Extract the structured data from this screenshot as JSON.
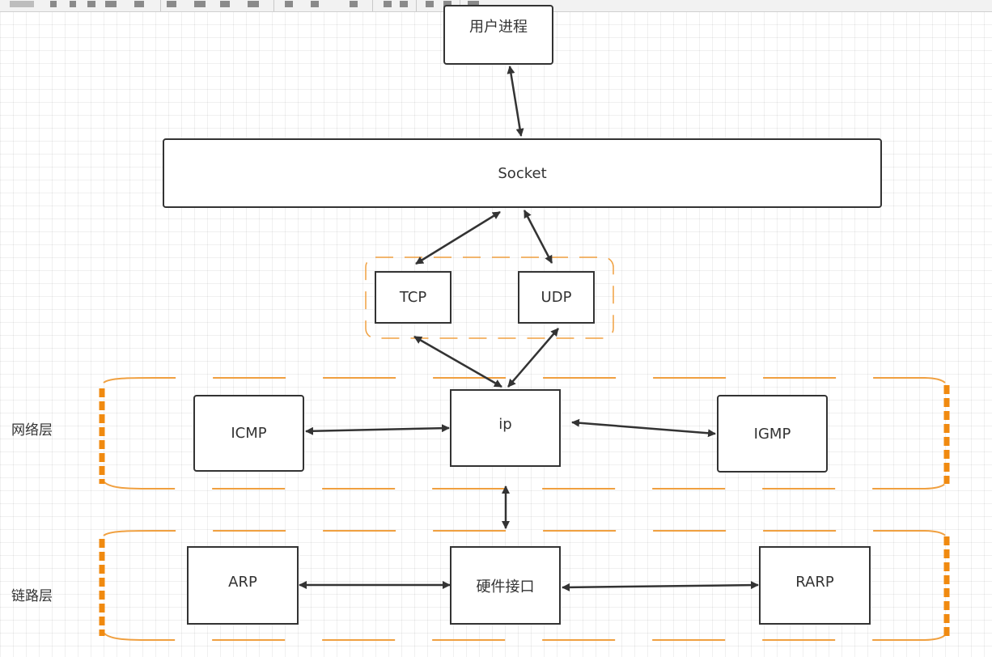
{
  "nodes": {
    "user_process": "用户进程",
    "socket": "Socket",
    "tcp": "TCP",
    "udp": "UDP",
    "ip": "ip",
    "icmp": "ICMP",
    "igmp": "IGMP",
    "arp": "ARP",
    "hw": "硬件接口",
    "rarp": "RARP"
  },
  "layers": {
    "network": "网络层",
    "link": "链路层"
  },
  "colors": {
    "stroke": "#333333",
    "group_border": "#f0a040",
    "group_bracket": "#f08a10"
  }
}
